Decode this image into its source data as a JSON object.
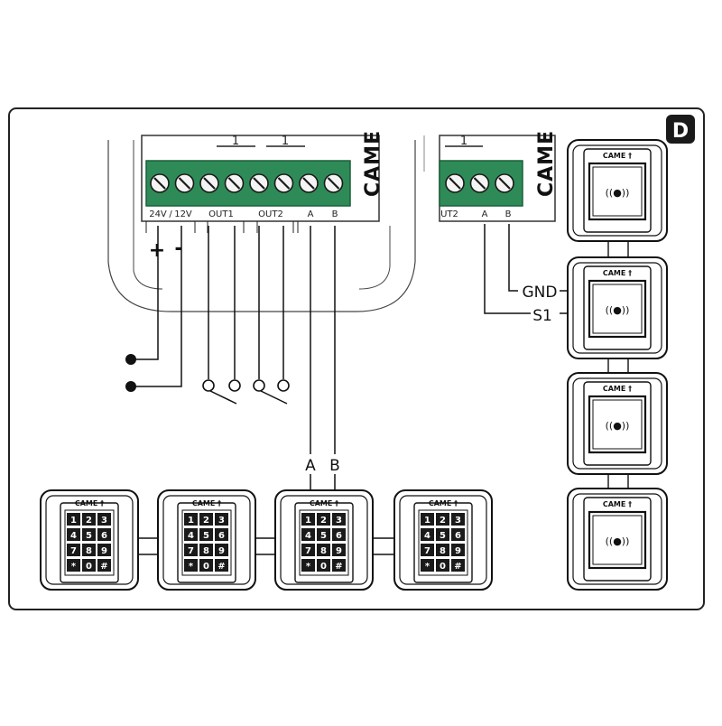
{
  "panel": {
    "badge": "D"
  },
  "controller_left": {
    "brand": "CAME",
    "bracket_a": "1",
    "bracket_b": "1",
    "terminal_labels": [
      "24V",
      "12V",
      "OUT1",
      "OUT2",
      "A",
      "B"
    ],
    "polarity_plus": "+",
    "polarity_minus": "-"
  },
  "controller_right": {
    "brand": "CAME",
    "bracket": "1",
    "terminal_labels": [
      "UT2",
      "A",
      "B"
    ]
  },
  "wiring": {
    "gnd_label": "GND",
    "s1_label": "S1",
    "bus_a_label": "A",
    "bus_b_label": "B"
  },
  "keypads": {
    "brand": "CAME",
    "keys": [
      [
        "1",
        "2",
        "3"
      ],
      [
        "4",
        "5",
        "6"
      ],
      [
        "7",
        "8",
        "9"
      ],
      [
        "*",
        "0",
        "#"
      ]
    ]
  },
  "proximity_readers": {
    "brand": "CAME",
    "symbol": "((●))"
  }
}
